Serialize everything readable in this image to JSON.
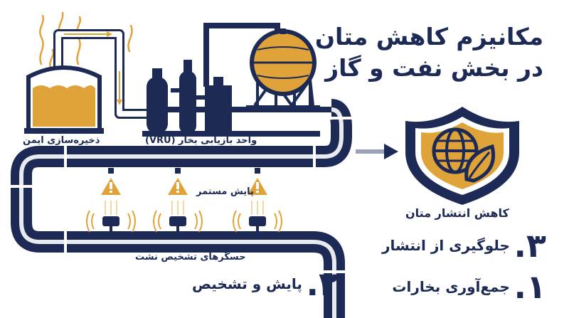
{
  "title": {
    "line1": "مکانیزم کاهش متان",
    "line2": "در بخش نفت و گاز"
  },
  "labels": {
    "safe_storage": "ذخیره‌سازی ایمن",
    "vru": "واحد بازیابی بخار (VRU)",
    "continuous_monitoring": "پایش مستمر",
    "leak_sensors": "حسگرهای تشخیص نشت",
    "emission_reduction": "کاهش انتشار متان"
  },
  "steps": [
    {
      "number": "۱.",
      "text": "جمع‌آوری بخارات"
    },
    {
      "number": "۲.",
      "text": "پایش و تشخیص"
    },
    {
      "number": "۳.",
      "text": "جلوگیری از انتشار"
    }
  ],
  "colors": {
    "navy": "#1c2a55",
    "gold": "#e0a33a",
    "light_gold": "#f5d9a0"
  },
  "icons": {
    "warning": "warning-icon",
    "shield": "shield-globe-leaf-icon",
    "arrow": "arrow-right-icon"
  }
}
